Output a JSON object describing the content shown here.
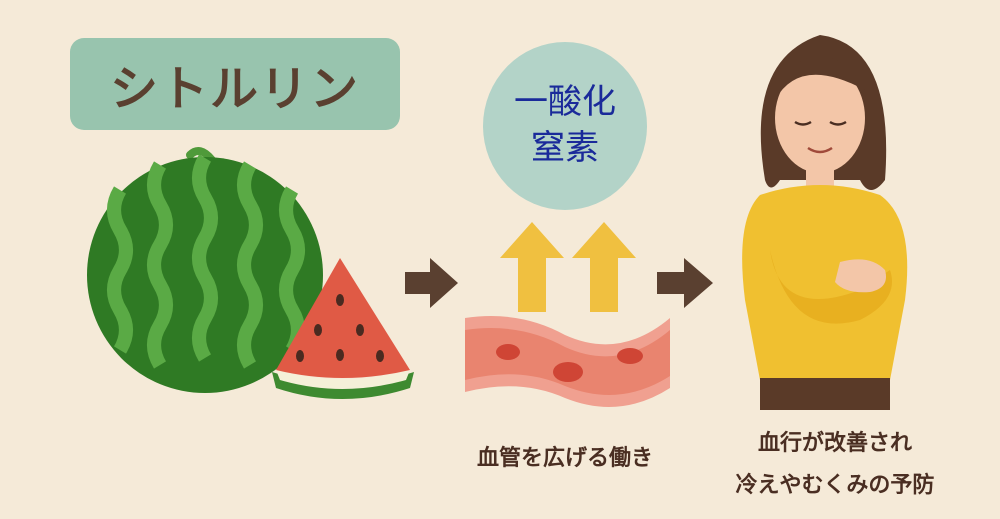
{
  "title_label": "シトルリン",
  "nitric_oxide": {
    "line1": "一酸化",
    "line2": "窒素"
  },
  "captions": {
    "vessel": "血管を広げる働き",
    "result_line1": "血行が改善され",
    "result_line2": "冷えやむくみの予防"
  },
  "colors": {
    "background": "#f5ead8",
    "label_bg": "#98c4ae",
    "label_text": "#5a4030",
    "circle_bg": "#b3d3c8",
    "circle_text": "#1a2a9a",
    "arrow": "#5a4030",
    "up_arrow": "#f0c040",
    "sweater": "#f0c030"
  }
}
